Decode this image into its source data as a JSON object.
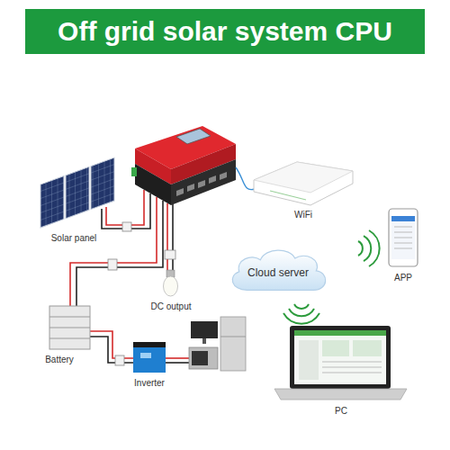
{
  "diagram": {
    "title": "Off grid solar system CPU",
    "nodes": [
      {
        "text": [
          "Cloud server"
        ]
      }
    ],
    "labels": [
      "WiFi",
      "Solar panel",
      "APP",
      "DC output",
      "Battery",
      "Inverter",
      "PC"
    ]
  }
}
